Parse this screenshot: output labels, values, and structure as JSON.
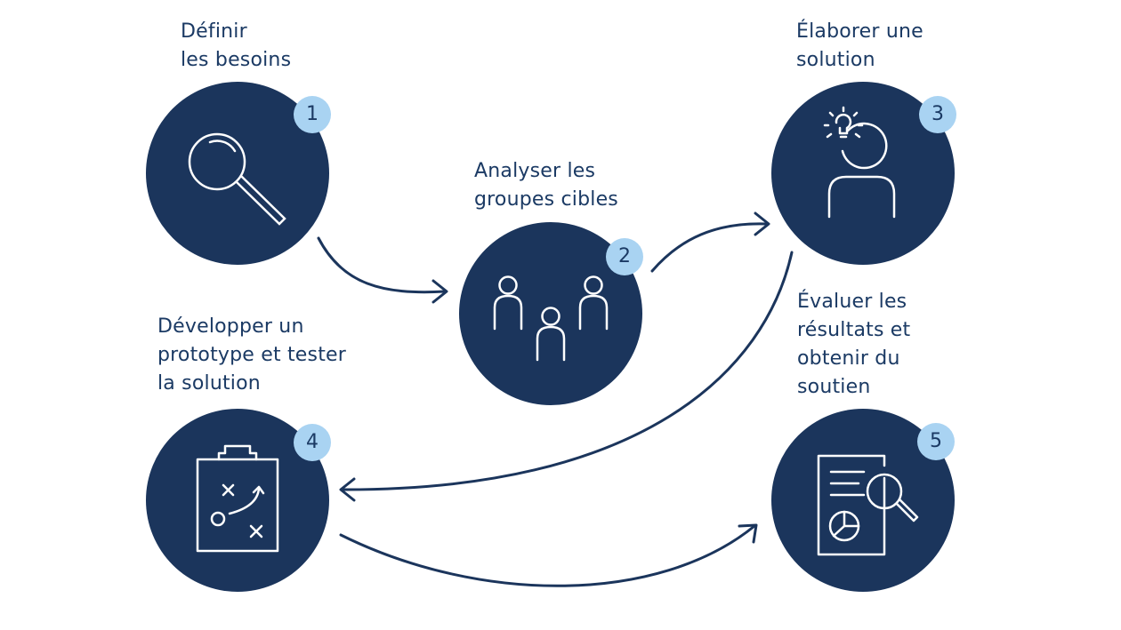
{
  "steps": [
    {
      "number": "1",
      "lines": [
        "Définir",
        "les besoins"
      ]
    },
    {
      "number": "2",
      "lines": [
        "Analyser les",
        "groupes cibles"
      ]
    },
    {
      "number": "3",
      "lines": [
        "Élaborer une",
        "solution"
      ]
    },
    {
      "number": "4",
      "lines": [
        "Développer un",
        "prototype et tester",
        "la solution"
      ]
    },
    {
      "number": "5",
      "lines": [
        "Évaluer les",
        "résultats et",
        "obtenir du",
        "soutien"
      ]
    }
  ],
  "icons": [
    "magnifier-icon",
    "people-group-icon",
    "person-idea-icon",
    "strategy-clipboard-icon",
    "report-analysis-icon"
  ],
  "colors": {
    "circle": "#1b355c",
    "badge": "#a9d3f2",
    "text": "#1b3a64",
    "arrow": "#1b355c"
  }
}
